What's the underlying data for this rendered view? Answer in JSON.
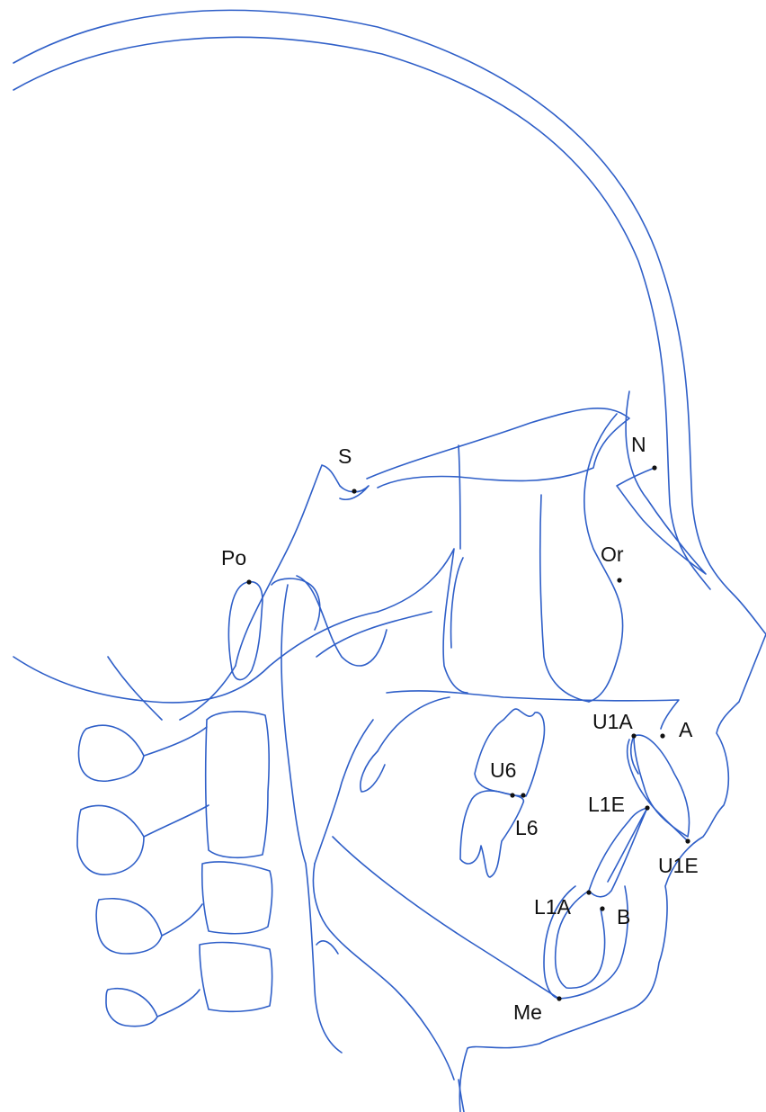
{
  "landmarks": [
    {
      "key": "S",
      "label": "S"
    },
    {
      "key": "N",
      "label": "N"
    },
    {
      "key": "Po",
      "label": "Po"
    },
    {
      "key": "Or",
      "label": "Or"
    },
    {
      "key": "U1A",
      "label": "U1A"
    },
    {
      "key": "A",
      "label": "A"
    },
    {
      "key": "U6",
      "label": "U6"
    },
    {
      "key": "L6",
      "label": "L6"
    },
    {
      "key": "L1E",
      "label": "L1E"
    },
    {
      "key": "U1E",
      "label": "U1E"
    },
    {
      "key": "L1A",
      "label": "L1A"
    },
    {
      "key": "B",
      "label": "B"
    },
    {
      "key": "Me",
      "label": "Me"
    }
  ],
  "colors": {
    "trace": "#2f5fc8",
    "point": "#111111",
    "background": "#ffffff"
  }
}
